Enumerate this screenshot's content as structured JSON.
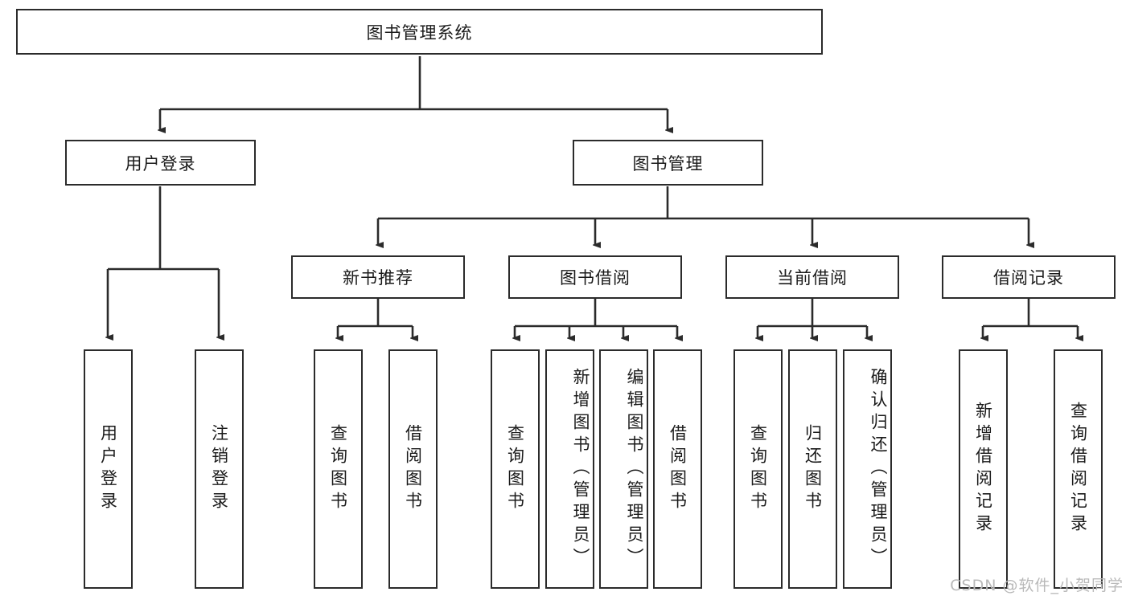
{
  "diagram": {
    "title": "图书管理系统",
    "type": "tree-hierarchy-diagram",
    "colors": {
      "border": "#2b2b2b",
      "background": "#ffffff",
      "text": "#1a1a1a",
      "watermark": "#b9b9b9"
    },
    "root": {
      "label": "图书管理系统"
    },
    "level2": [
      {
        "label": "用户登录"
      },
      {
        "label": "图书管理"
      }
    ],
    "level3": [
      {
        "label": "新书推荐"
      },
      {
        "label": "图书借阅"
      },
      {
        "label": "当前借阅"
      },
      {
        "label": "借阅记录"
      }
    ],
    "leaves": [
      {
        "label": "用户登录"
      },
      {
        "label": "注销登录"
      },
      {
        "label": "查询图书"
      },
      {
        "label": "借阅图书"
      },
      {
        "label": "查询图书"
      },
      {
        "label": "新增图书（管理员）"
      },
      {
        "label": "编辑图书（管理员）"
      },
      {
        "label": "借阅图书"
      },
      {
        "label": "查询图书"
      },
      {
        "label": "归还图书"
      },
      {
        "label": "确认归还（管理员）"
      },
      {
        "label": "新增借阅记录"
      },
      {
        "label": "查询借阅记录"
      }
    ]
  },
  "watermark": {
    "text": "CSDN @软件_小贺同学"
  }
}
